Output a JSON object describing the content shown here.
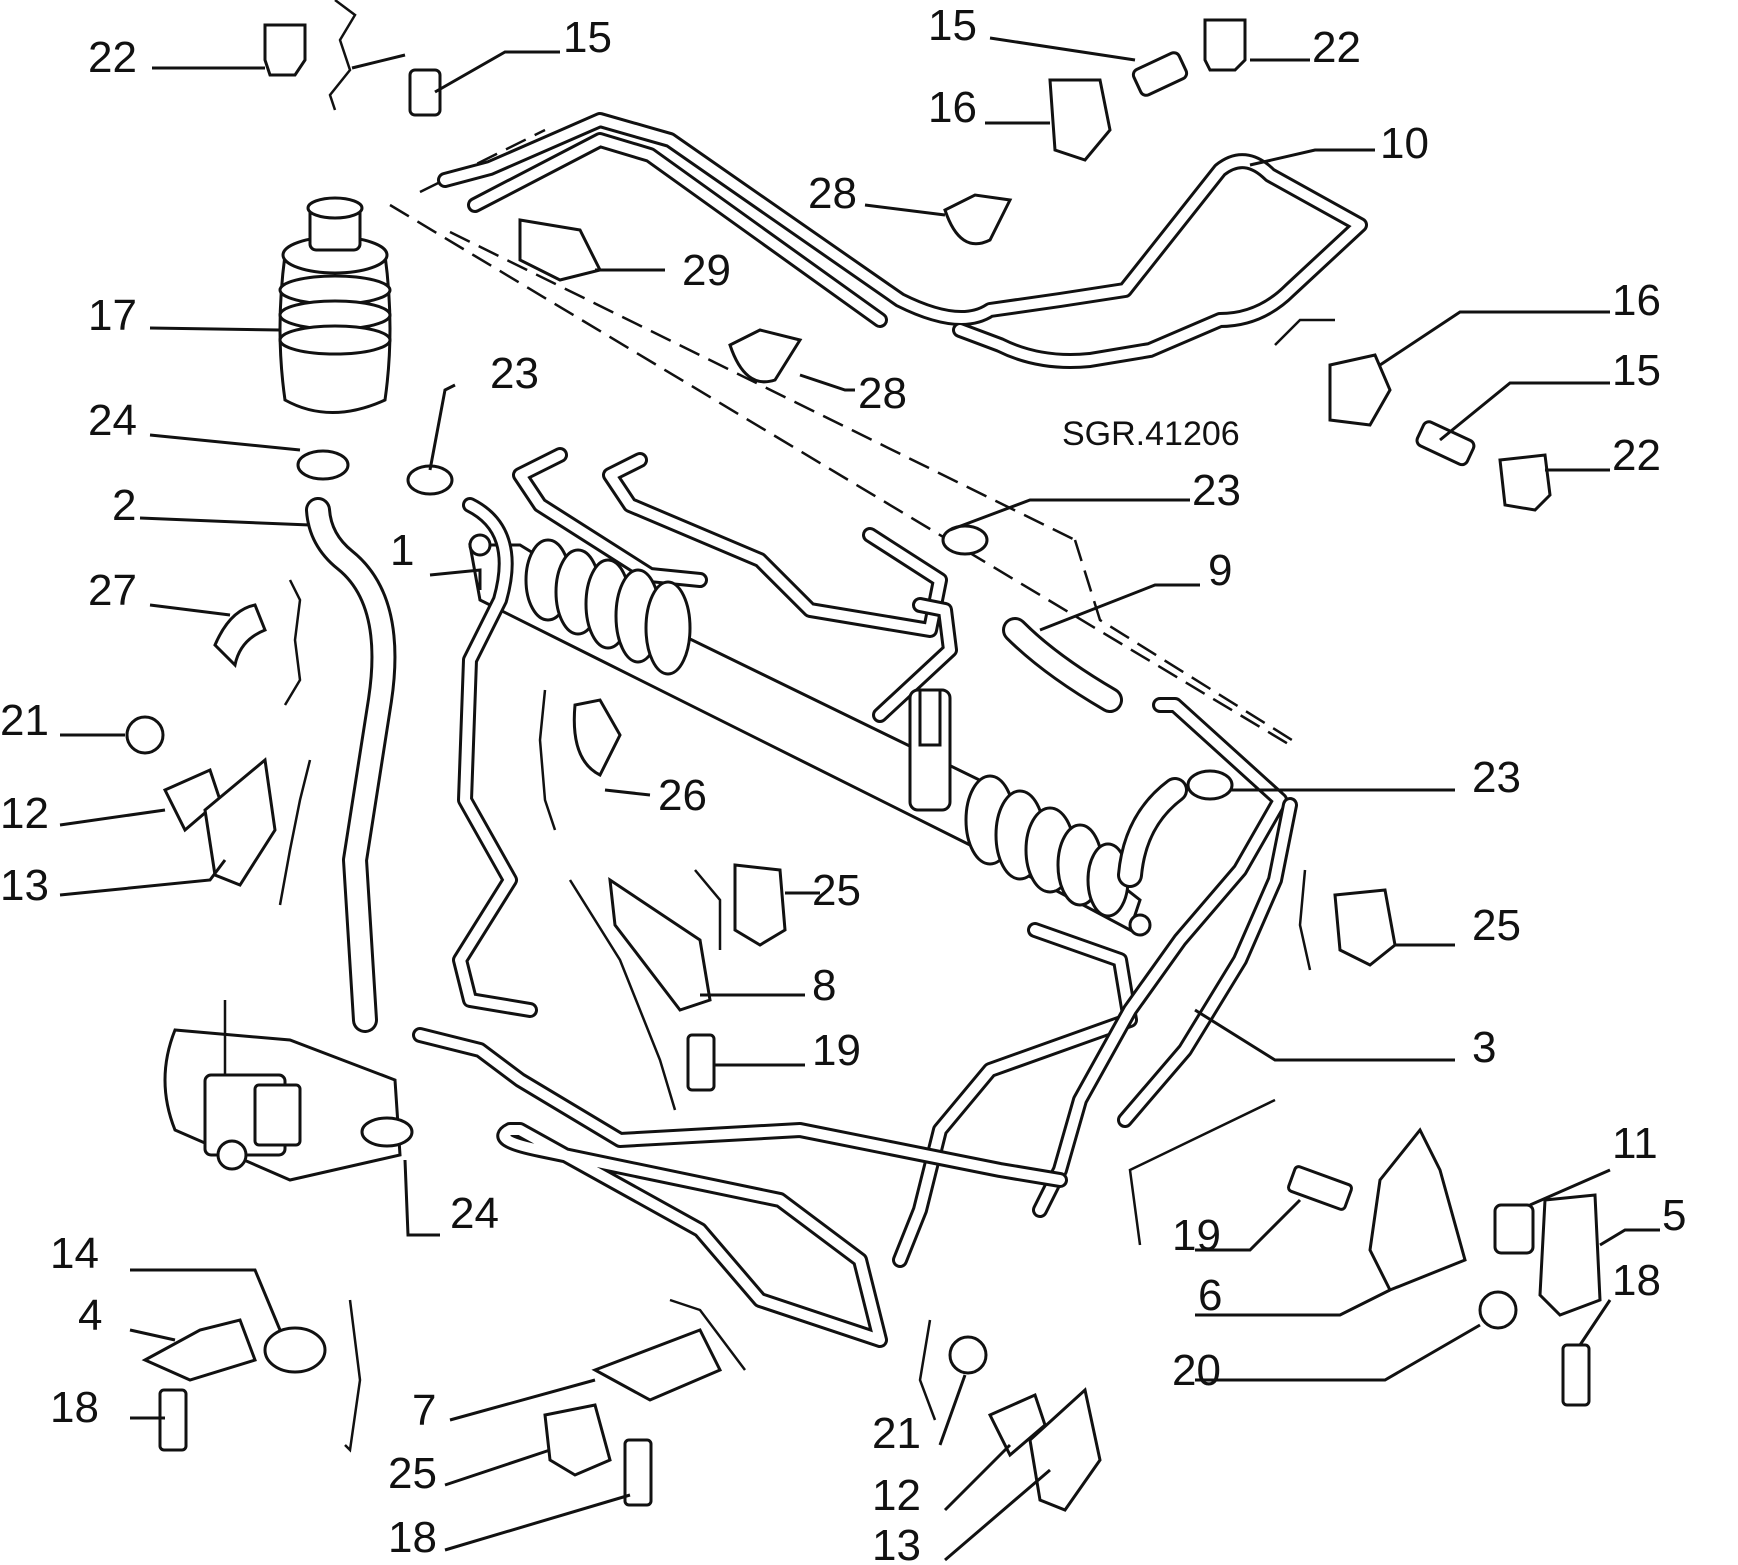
{
  "drawing_code": "SGR.41206",
  "callouts": [
    {
      "n": "22",
      "name": "callout-22-top-left"
    },
    {
      "n": "15",
      "name": "callout-15-top-left"
    },
    {
      "n": "15",
      "name": "callout-15-top-center"
    },
    {
      "n": "22",
      "name": "callout-22-top-center"
    },
    {
      "n": "16",
      "name": "callout-16-top-center"
    },
    {
      "n": "10",
      "name": "callout-10"
    },
    {
      "n": "28",
      "name": "callout-28-upper"
    },
    {
      "n": "29",
      "name": "callout-29"
    },
    {
      "n": "28",
      "name": "callout-28-lower"
    },
    {
      "n": "16",
      "name": "callout-16-right"
    },
    {
      "n": "15",
      "name": "callout-15-right"
    },
    {
      "n": "22",
      "name": "callout-22-right"
    },
    {
      "n": "17",
      "name": "callout-17"
    },
    {
      "n": "23",
      "name": "callout-23-upper-left"
    },
    {
      "n": "24",
      "name": "callout-24-upper"
    },
    {
      "n": "2",
      "name": "callout-2"
    },
    {
      "n": "23",
      "name": "callout-23-center"
    },
    {
      "n": "1",
      "name": "callout-1"
    },
    {
      "n": "9",
      "name": "callout-9"
    },
    {
      "n": "27",
      "name": "callout-27"
    },
    {
      "n": "21",
      "name": "callout-21-left"
    },
    {
      "n": "23",
      "name": "callout-23-right"
    },
    {
      "n": "26",
      "name": "callout-26"
    },
    {
      "n": "12",
      "name": "callout-12-left"
    },
    {
      "n": "13",
      "name": "callout-13-left"
    },
    {
      "n": "25",
      "name": "callout-25-center"
    },
    {
      "n": "25",
      "name": "callout-25-right"
    },
    {
      "n": "8",
      "name": "callout-8"
    },
    {
      "n": "3",
      "name": "callout-3"
    },
    {
      "n": "19",
      "name": "callout-19-center"
    },
    {
      "n": "11",
      "name": "callout-11"
    },
    {
      "n": "5",
      "name": "callout-5"
    },
    {
      "n": "24",
      "name": "callout-24-lower"
    },
    {
      "n": "19",
      "name": "callout-19-right"
    },
    {
      "n": "14",
      "name": "callout-14"
    },
    {
      "n": "18",
      "name": "callout-18-right"
    },
    {
      "n": "6",
      "name": "callout-6"
    },
    {
      "n": "4",
      "name": "callout-4"
    },
    {
      "n": "20",
      "name": "callout-20"
    },
    {
      "n": "18",
      "name": "callout-18-left"
    },
    {
      "n": "7",
      "name": "callout-7"
    },
    {
      "n": "21",
      "name": "callout-21-bottom"
    },
    {
      "n": "12",
      "name": "callout-12-bottom"
    },
    {
      "n": "25",
      "name": "callout-25-bottom"
    },
    {
      "n": "18",
      "name": "callout-18-bottom"
    },
    {
      "n": "13",
      "name": "callout-13-bottom"
    }
  ]
}
